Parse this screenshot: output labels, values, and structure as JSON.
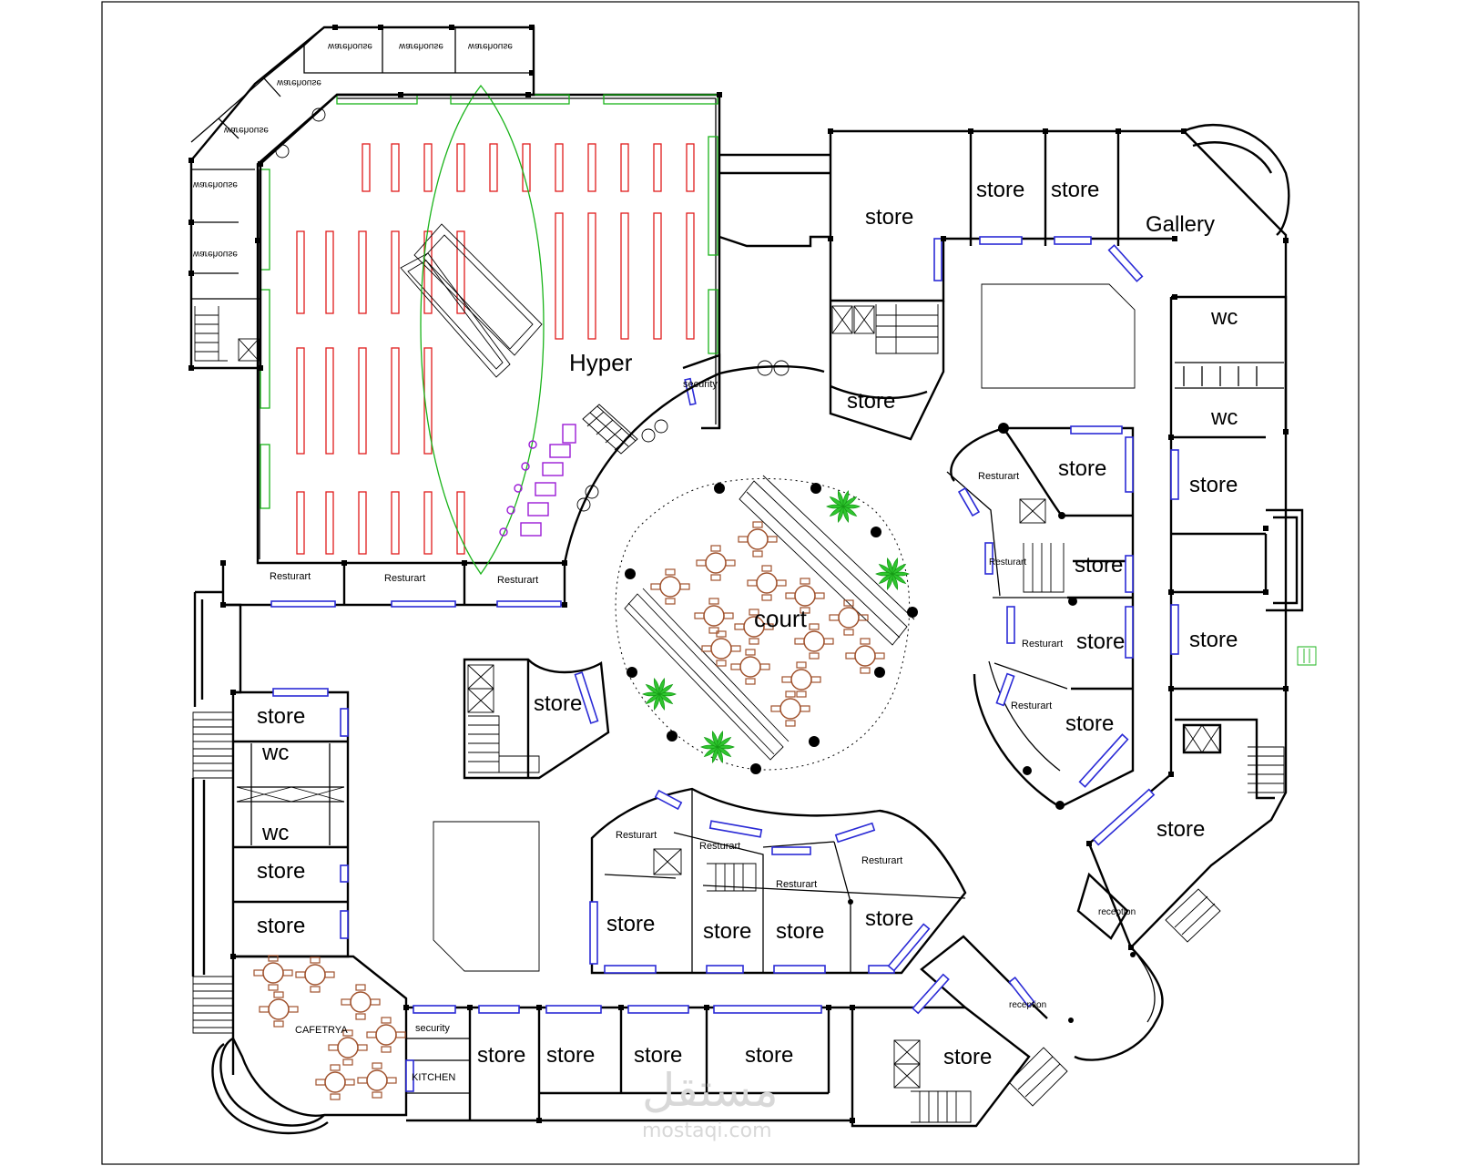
{
  "labels": {
    "hyper": "Hyper",
    "security_hyper": "security",
    "court": "court",
    "gallery": "Gallery",
    "wc_right_top": "wc",
    "wc_right_bottom": "wc",
    "wc_left_top": "wc",
    "wc_left_bottom": "wc",
    "cafeteria": "CAFETRYA",
    "security_bottom": "security",
    "kitchen": "KITCHEN",
    "reception_1": "reception",
    "reception_2": "reception",
    "store": "store",
    "restaurant": "Resturart",
    "warehouse": "warehouse"
  },
  "watermark": {
    "arabic": "مستقل",
    "latin": "mostaqi.com"
  },
  "colors": {
    "walls": "#000000",
    "shelves": "#e01b1b",
    "glazing": "#19b319",
    "windows": "#2b2bd6",
    "furniture": "#a0522d",
    "plants": "#2ec52e",
    "checkouts": "#9b1bd6"
  }
}
